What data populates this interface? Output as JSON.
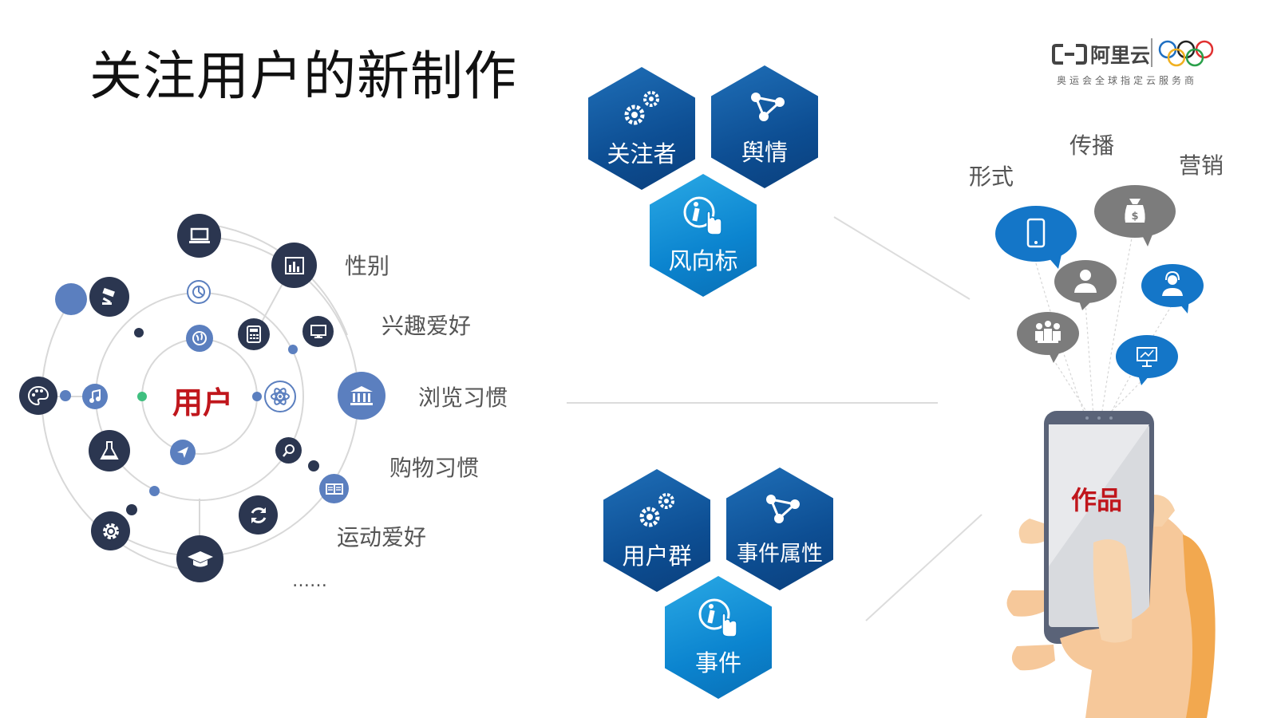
{
  "title": "关注用户的新制作",
  "logo": {
    "brand": "阿里云",
    "subtitle": "奥运会全球指定云服务商"
  },
  "user_diagram": {
    "center_label": "用户",
    "attributes": [
      "性别",
      "兴趣爱好",
      "浏览习惯",
      "购物习惯",
      "运动爱好"
    ],
    "ellipsis": "……"
  },
  "hex_groups": {
    "top": [
      {
        "label": "关注者",
        "icon": "gears-icon"
      },
      {
        "label": "舆情",
        "icon": "share-nodes-icon"
      },
      {
        "label": "风向标",
        "icon": "info-touch-icon"
      }
    ],
    "bottom": [
      {
        "label": "用户群",
        "icon": "gears-icon"
      },
      {
        "label": "事件属性",
        "icon": "share-nodes-icon"
      },
      {
        "label": "事件",
        "icon": "info-touch-icon"
      }
    ]
  },
  "work": {
    "phone_label": "作品",
    "bubble_labels": [
      "形式",
      "传播",
      "营销"
    ]
  },
  "colors": {
    "navy": "#2b3650",
    "steel_blue": "#5b7fbf",
    "hex_dark": "#0d4e93",
    "hex_light": "#0b84cf",
    "bubble_blue": "#1476c8",
    "bubble_gray": "#7c7c7c",
    "accent_red": "#c0161c"
  }
}
